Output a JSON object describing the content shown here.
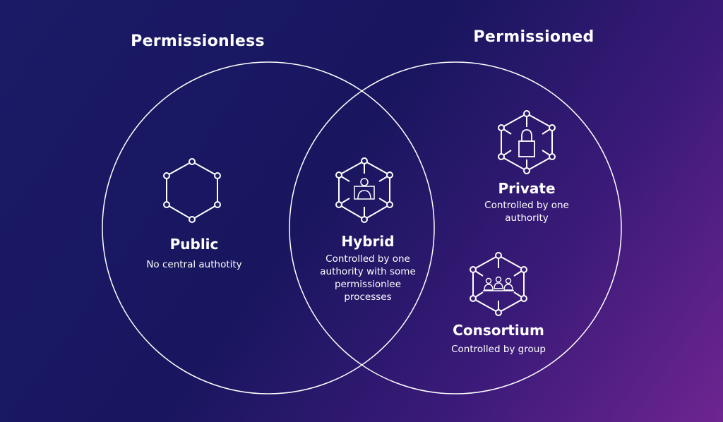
{
  "headings": {
    "left": "Permissionless",
    "right": "Permissioned"
  },
  "public": {
    "title": "Public",
    "desc": "No central authotity"
  },
  "hybrid": {
    "title": "Hybrid",
    "desc_lines": [
      "Controlled by one",
      "authority with some",
      "permissionlee",
      "processes"
    ]
  },
  "private": {
    "title": "Private",
    "desc_lines": [
      "Controlled by one",
      "authority"
    ]
  },
  "consortium": {
    "title": "Consortium",
    "desc": "Controlled by group"
  },
  "icons": {
    "public": "hexagon-network-icon",
    "hybrid": "person-network-icon",
    "private": "lock-network-icon",
    "consortium": "group-network-icon"
  },
  "colors": {
    "background_start": "#1a1a66",
    "background_end": "#6e2590",
    "stroke": "#ffffff"
  }
}
